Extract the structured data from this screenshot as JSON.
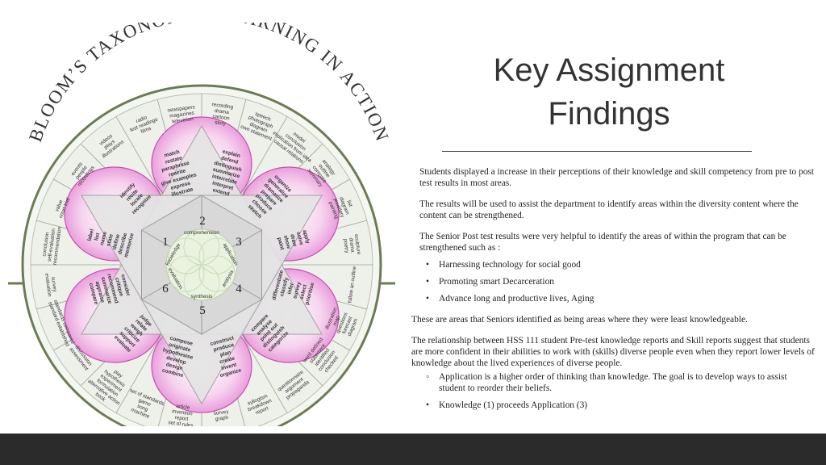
{
  "slide": {
    "title_line1": "Key Assignment",
    "title_line2": "Findings",
    "para1": "Students displayed a increase in their perceptions of their knowledge and skill competency from pre to post test results in most areas.",
    "para2": "The results will be used to assist the department to identify areas within the diversity content where the content can be strengthened.",
    "para3": "The Senior Post test results were very helpful to identify the areas of  within the program that can be strengthened such as :",
    "bullets1": [
      "Harnessing technology for social good",
      "Promoting smart Decarceration",
      "Advance long and productive lives, Aging"
    ],
    "para4": "These are areas that Seniors identified as being areas where they were least knowledgeable.",
    "para5": "The relationship between HSS 111 student Pre-test knowledge reports and Skill reports suggest that students are more confident in their abilities to work with (skills) diverse people even when they report lower levels of knowledge about the lived experiences of diverse people.",
    "bullets2": [
      {
        "marker": "◦",
        "text": "Application is a higher order of thinking than knowledge. The goal is to develop ways to assist student to reorder their beliefs."
      },
      {
        "marker": "•",
        "text": "Knowledge (1) proceeds Application (3)"
      }
    ]
  },
  "diagram": {
    "arc_title": "BLOOM’S TAXONOMY - LEARNING IN ACTION",
    "center_labels": [
      "knowledge",
      "comprehension",
      "application",
      "analysis",
      "synthesis",
      "evaluation"
    ],
    "numbers": [
      "1",
      "2",
      "3",
      "4",
      "5",
      "6"
    ],
    "verbs": [
      [
        "match",
        "restate",
        "paraphrase",
        "rewrite",
        "give examples",
        "express",
        "illustrate"
      ],
      [
        "explain",
        "defend",
        "distinguish",
        "summarize",
        "interrelate",
        "interpret",
        "extend"
      ],
      [
        "organize",
        "generalize",
        "dramatize",
        "prepare",
        "produce",
        "choose",
        "sketch"
      ],
      [
        "apply",
        "solve",
        "draw",
        "show",
        "paint"
      ],
      [
        "differentiate",
        "classify",
        "infer",
        "survey",
        "select",
        "prioritise"
      ],
      [
        "compare",
        "analyse",
        "point out",
        "distinguish",
        "categorize"
      ],
      [
        "construct",
        "produce",
        "plan",
        "create",
        "invent",
        "organize"
      ],
      [
        "compose",
        "originate",
        "hypothesise",
        "develop",
        "design",
        "combine"
      ],
      [
        "judge",
        "relate",
        "weigh",
        "criticize",
        "support",
        "evaluate"
      ],
      [
        "consider",
        "critique",
        "recommend",
        "summarize",
        "appraise",
        "compare"
      ],
      [
        "label",
        "list",
        "name",
        "state",
        "define",
        "describe",
        "memorize"
      ],
      [
        "identify",
        "recite",
        "locate",
        "recognize"
      ]
    ],
    "products": [
      [
        "recording",
        "drama",
        "cartoon",
        "story"
      ],
      [
        "speech",
        "photograph",
        "diagram",
        "own statement"
      ],
      [
        "model",
        "conclusion",
        "implication from idea",
        "causal relations"
      ],
      [
        "analogy",
        "outline",
        "compare",
        "summary"
      ],
      [
        "list",
        "diagram",
        "jewellery",
        "painting"
      ],
      [
        "sculpture",
        "drama",
        "poetry"
      ],
      [
        "follow an outline"
      ],
      [
        "illustration",
        "map",
        "questions",
        "forecast",
        "diagram"
      ],
      [
        "word defined",
        "statement",
        "identified",
        "conclusion",
        "checked"
      ],
      [
        "questionnaire",
        "argument",
        "propaganda"
      ],
      [
        "syllogism",
        "breakdown",
        "report"
      ],
      [
        "survey",
        "graph"
      ],
      [
        "article",
        "invention",
        "report",
        "set of rules"
      ],
      [
        "set of standards",
        "game",
        "song",
        "machine"
      ],
      [
        "play",
        "hypothesis",
        "experiment",
        "formulation",
        "alternative action",
        "book"
      ],
      [
        "discussion",
        "assessment"
      ],
      [
        "standards compared",
        "standard established"
      ],
      [
        "survey",
        "evaluation"
      ],
      [
        "conclusion",
        "self-evaluation",
        "recommendation"
      ],
      [
        "value",
        "court trial"
      ],
      [
        "events",
        "people",
        "recordings"
      ],
      [
        "videos",
        "plays",
        "illustrations"
      ],
      [
        "radio",
        "test readings",
        "films"
      ],
      [
        "newspapers",
        "magazines",
        "television"
      ]
    ]
  }
}
